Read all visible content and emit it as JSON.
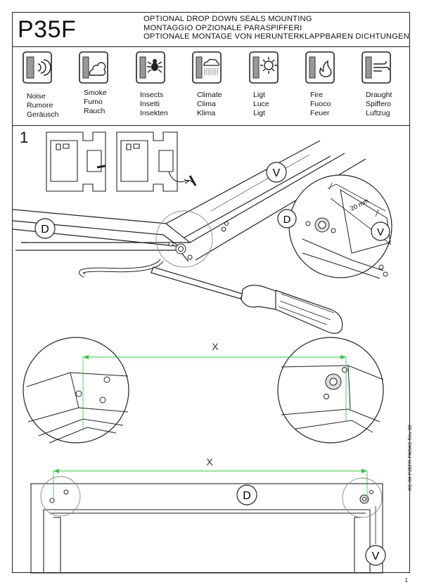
{
  "header": {
    "model": "P35F",
    "title_lines": [
      "OPTIONAL DROP DOWN SEALS MOUNTING",
      "MONTAGGIO OPZIONALE PARASPIFFERI",
      "OPTIONALE MONTAGE VON HERUNTERKLAPPBAREN DICHTUNGEN"
    ]
  },
  "icons": [
    {
      "icon": "noise-icon",
      "labels": [
        "Noise",
        "Rumore",
        "Geräusch"
      ]
    },
    {
      "icon": "smoke-icon",
      "labels": [
        "Smoke",
        "Fumo",
        "Rauch"
      ]
    },
    {
      "icon": "insects-icon",
      "labels": [
        "Insects",
        "Insetti",
        "Insekten"
      ]
    },
    {
      "icon": "climate-icon",
      "labels": [
        "Climate",
        "Clima",
        "Klima"
      ]
    },
    {
      "icon": "light-icon",
      "labels": [
        "Ligt",
        "Luce",
        "Ligt"
      ]
    },
    {
      "icon": "fire-icon",
      "labels": [
        "Fire",
        "Fuoco",
        "Feuer"
      ]
    },
    {
      "icon": "draught-icon",
      "labels": [
        "Draught",
        "Spiffero",
        "Luftzug"
      ]
    }
  ],
  "step": {
    "number": "1",
    "callouts": {
      "d": "D",
      "v": "V"
    },
    "dimension": "20 mm",
    "distance": "X"
  },
  "footer": {
    "doc_code": "XC-IM-P35FR-PARAS   Rev 00",
    "page": "1"
  }
}
